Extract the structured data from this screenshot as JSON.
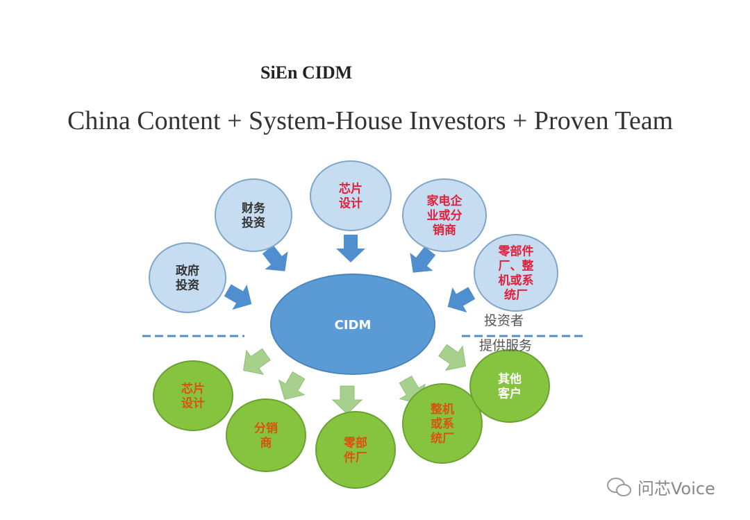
{
  "header": {
    "brand": "SiEn CIDM",
    "headline": "China Content + System-House Investors + Proven Team"
  },
  "diagram": {
    "center": "CIDM",
    "investors_label": "投资者",
    "services_label": "提供服务",
    "investors": [
      {
        "lines": [
          "政府",
          "投资"
        ],
        "color": "#333333"
      },
      {
        "lines": [
          "财务",
          "投资"
        ],
        "color": "#333333"
      },
      {
        "lines": [
          "芯片",
          "设计"
        ],
        "color": "#e0203a"
      },
      {
        "lines": [
          "家电企",
          "业或分",
          "销商"
        ],
        "color": "#e0203a"
      },
      {
        "lines": [
          "零部件",
          "厂、整",
          "机或系",
          "统厂"
        ],
        "color": "#e0203a"
      }
    ],
    "services": [
      {
        "lines": [
          "芯片",
          "设计"
        ],
        "color": "#d9530e"
      },
      {
        "lines": [
          "分销",
          "商"
        ],
        "color": "#d9530e"
      },
      {
        "lines": [
          "零部",
          "件厂"
        ],
        "color": "#d9530e"
      },
      {
        "lines": [
          "整机",
          "或系",
          "统厂"
        ],
        "color": "#d9530e"
      },
      {
        "lines": [
          "其他",
          "客户"
        ],
        "color": "#ffffff"
      }
    ],
    "colors": {
      "investor_fill": "#c6dcf0",
      "investor_stroke": "#7fa6c9",
      "center_fill": "#5b9bd5",
      "service_fill": "#86c440",
      "service_stroke": "#6aa232",
      "blue_arrow": "#4f8fcf",
      "green_arrow": "#a7d08c"
    }
  },
  "watermark": {
    "text": "问芯Voice"
  }
}
